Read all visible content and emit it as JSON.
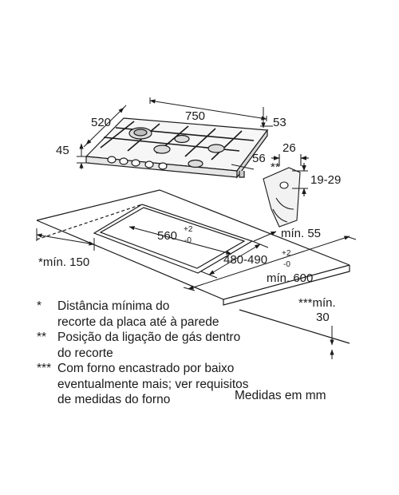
{
  "dimensions": {
    "hob_depth": "520",
    "hob_width": "750",
    "right_offset": "53",
    "hob_height": "45",
    "connection_offset": "56",
    "detail_width": "26",
    "detail_marker": "**",
    "detail_height": "19-29",
    "cutout_width_value": "560",
    "cutout_width_tol_upper": "+2",
    "cutout_width_tol_lower": "-0",
    "cutout_depth_value": "480-490",
    "cutout_depth_tol_upper": "+2",
    "cutout_depth_tol_lower": "-0",
    "min_wall_gap": "*mín. 150",
    "min_counter_thickness": "mín. 55",
    "min_counter_depth": "mín. 600",
    "min_oven_gap_label": "***mín.",
    "min_oven_gap_value": "30"
  },
  "notes": [
    {
      "mark": "*",
      "lines": [
        "Distância mínima do",
        "recorte da placa até à parede"
      ]
    },
    {
      "mark": "**",
      "lines": [
        "Posição da ligação de gás dentro",
        "do recorte"
      ]
    },
    {
      "mark": "***",
      "lines": [
        "Com forno encastrado por baixo",
        "eventualmente mais; ver requisitos",
        "de medidas do forno"
      ]
    }
  ],
  "units_label": "Medidas em mm"
}
